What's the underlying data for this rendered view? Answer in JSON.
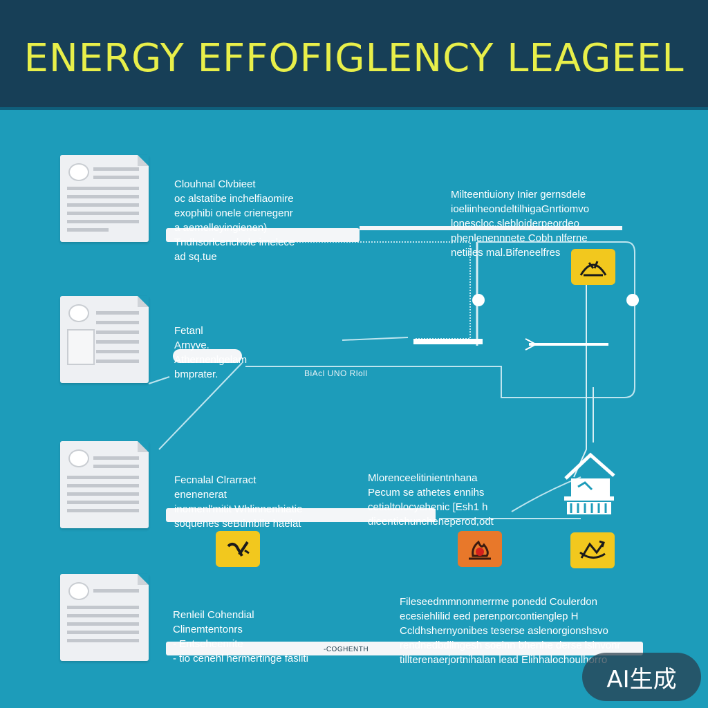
{
  "header": {
    "title": "ENERGY EFFOFIGLENCY LEAGEEL"
  },
  "rows": [
    {
      "left_lines": [
        "Clouhnal Clvbieet",
        "oc alstatibe inchelfiaomire",
        "exophibi onele crienegenr",
        "a aemelleyingienen)",
        "Tndhsorlcenchole imelece",
        "ad sq.tue"
      ],
      "right_lines": [
        "Milteentiuiony Inier gernsdele",
        "ioeliinheondeltilhigaGnrtiomvo",
        "lonescloc.slebloiderpeordeo",
        "phenlenennnete Cobh nlferne",
        "netiiles mal.Bifeneelfres"
      ]
    },
    {
      "left_lines": [
        "Fetanl",
        "Arnyve.",
        "Athernenlgelam",
        "bmprater."
      ],
      "right_lines": []
    },
    {
      "left_lines": [
        "Fecnalal Clrarract",
        "enenenerat",
        "inomenl'mitit Whlinnenhiatie",
        "soquenes seBtimblle haeiat"
      ],
      "right_lines": [
        "Mlorenceelitinientnhana",
        "Pecum se athetes ennihs",
        "cetialtolocyehenic [Esh1 h",
        "dieentiehuncheneperod,odt"
      ]
    },
    {
      "left_lines": [
        "Renleil Cohendial",
        "Clinemtentonrs",
        "- Entseheenrite",
        "- tio cenehl hermertinge fasliti"
      ],
      "right_lines": [
        "Fileseedmmnonmerrme ponedd Coulerdon",
        "ecesiehlilid eed perenporcontienglep H",
        "Ccldhshernyonibes teserse aslenorgionshsvo",
        "rendnedbdlingesh soeinn bhenhe derse lsinvonr",
        "tillterenaerjortnihalan lead Elihhalochoulhorro"
      ]
    }
  ],
  "mid_label": "BiAcl UNO Rloll",
  "bottom_label": "-COGHENTH",
  "badge": "AI生成",
  "icons": [
    "gauge-icon",
    "plug-icon",
    "flame-icon",
    "recycle-icon",
    "house-icon"
  ],
  "colors": {
    "background": "#1d9cba",
    "header": "#173f57",
    "title": "#e8ef4a",
    "icon_yellow": "#f2c81e",
    "icon_orange": "#e8782a"
  }
}
